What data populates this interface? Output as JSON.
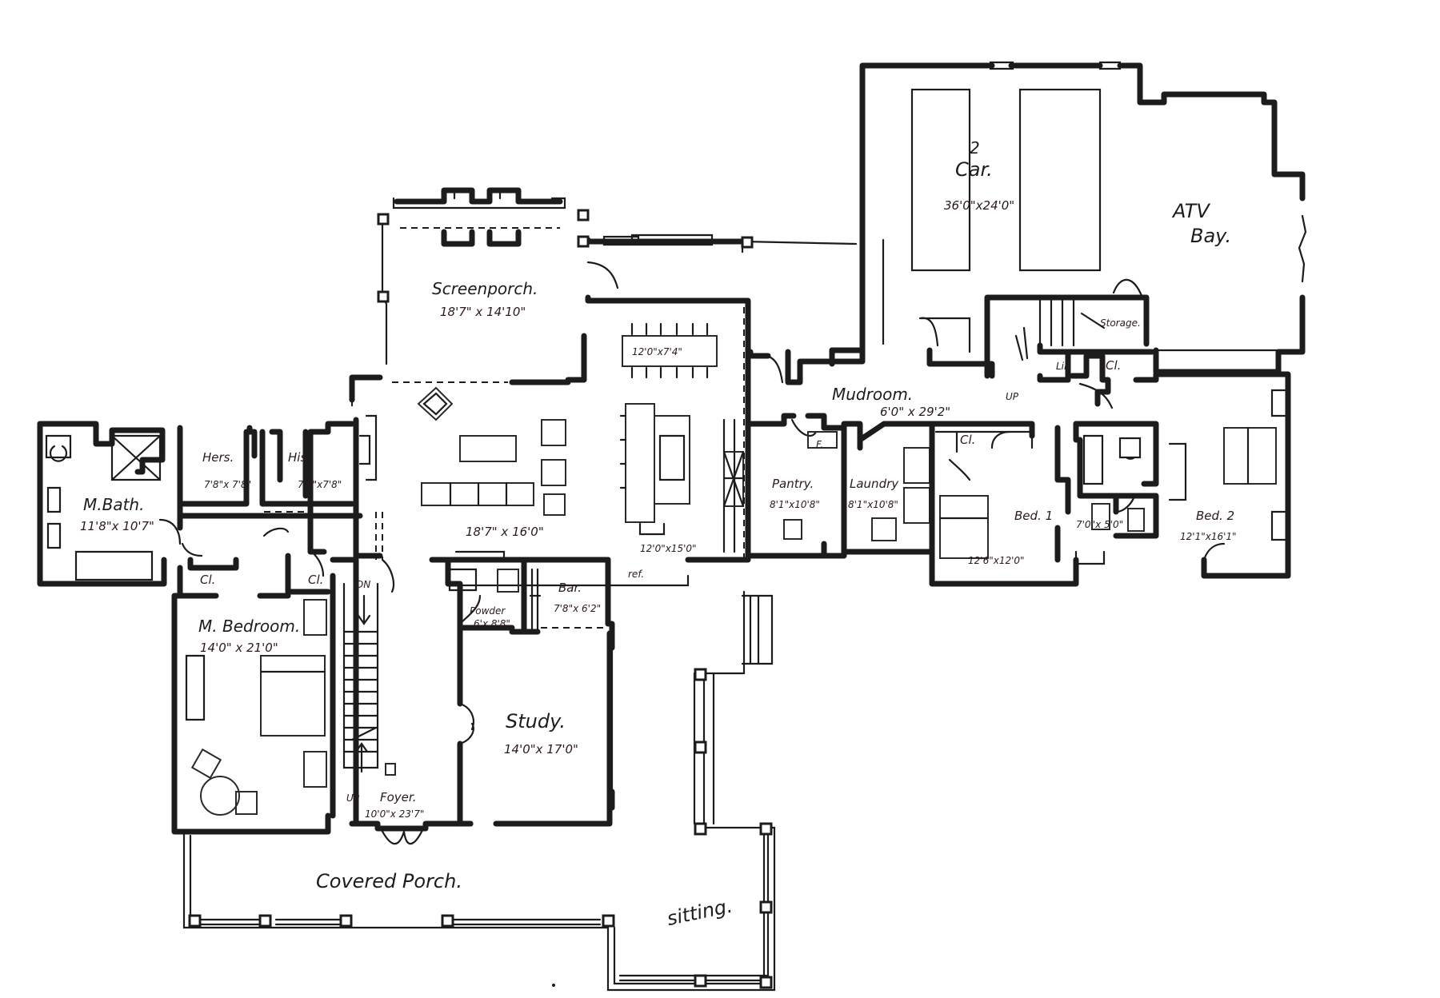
{
  "rooms": {
    "garage": {
      "count": "2",
      "label": "Car.",
      "dim": "36'0\"x24'0\""
    },
    "atv": {
      "line1": "ATV",
      "line2": "Bay."
    },
    "storage": {
      "label": "Storage."
    },
    "screen_porch": {
      "label": "Screenporch.",
      "dim": "18'7\" x 14'10\""
    },
    "dining_table": {
      "dim": "12'0\"x7'4\""
    },
    "mudroom": {
      "label": "Mudroom.",
      "dim": "6'0\" x 29'2\""
    },
    "lin": {
      "label": "Lin"
    },
    "hall_cl": {
      "label": "Cl."
    },
    "up_mud": {
      "label": "UP"
    },
    "hers": {
      "label": "Hers.",
      "dim": "7'8\"x 7'8\""
    },
    "his": {
      "label": "His.",
      "dim": "7'8\"x7'8\""
    },
    "mbath": {
      "label": "M.Bath.",
      "dim": "11'8\"x 10'7\""
    },
    "living": {
      "dim": "18'7\" x 16'0\""
    },
    "kitchen": {
      "dim": "12'0\"x15'0\""
    },
    "pantry": {
      "label": "Pantry.",
      "dim": "8'1\"x10'8\"",
      "f": "F."
    },
    "laundry": {
      "label": "Laundry",
      "dim": "8'1\"x10'8\""
    },
    "bed1_cl": {
      "label": "Cl."
    },
    "bed1": {
      "label": "Bed. 1",
      "dim": "12'6\"x12'0\""
    },
    "bath2": {
      "dim": "7'0\"x 5'0\""
    },
    "bed2": {
      "label": "Bed. 2",
      "dim": "12'1\"x16'1\""
    },
    "cl_left": {
      "label": "Cl."
    },
    "cl_right": {
      "label": "Cl."
    },
    "dn": {
      "label": "DN"
    },
    "powder": {
      "label": "Powder",
      "dim": "6'x 8'8\""
    },
    "bar": {
      "label": "Bar.",
      "dim": "7'8\"x 6'2\""
    },
    "ref": {
      "label": "ref."
    },
    "mbedroom": {
      "label": "M. Bedroom.",
      "dim": "14'0\" x 21'0\""
    },
    "study": {
      "label": "Study.",
      "dim": "14'0\"x 17'0\""
    },
    "up_foyer": {
      "label": "UP"
    },
    "foyer": {
      "label": "Foyer.",
      "dim": "10'0\"x 23'7\""
    },
    "covered_porch": {
      "label": "Covered Porch."
    },
    "sitting": {
      "label": "sitting."
    }
  },
  "colors": {
    "ink": "#1c1c1c",
    "dimension_ink": "#2a1a1a",
    "paper": "#ffffff"
  }
}
